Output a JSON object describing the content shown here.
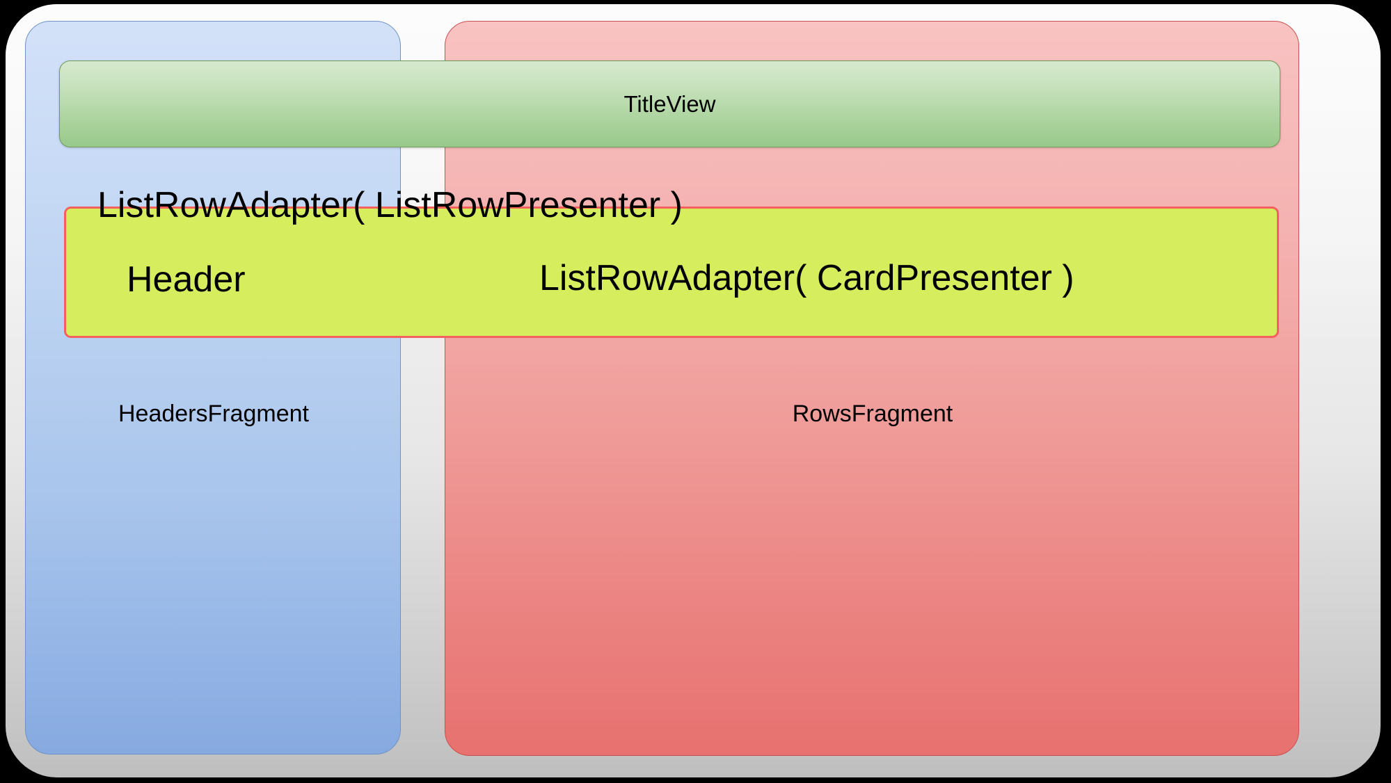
{
  "diagram": {
    "title": "Android TV Leanback BrowseFragment structure",
    "outer_container": {
      "name": "browse-fragment-frame"
    },
    "title_view": {
      "label": "TitleView",
      "color": "#98c98b"
    },
    "headers_fragment": {
      "label": "HeadersFragment",
      "color": "#86a9e0"
    },
    "rows_fragment": {
      "label": "RowsFragment",
      "color": "#e7716f"
    },
    "list_row": {
      "border_color": "#f4605e",
      "fill_color": "#d6ee5e",
      "adapter_presenter_label": "ListRowAdapter( ListRowPresenter )",
      "header_label": "Header",
      "card_adapter_label": "ListRowAdapter( CardPresenter )"
    }
  }
}
